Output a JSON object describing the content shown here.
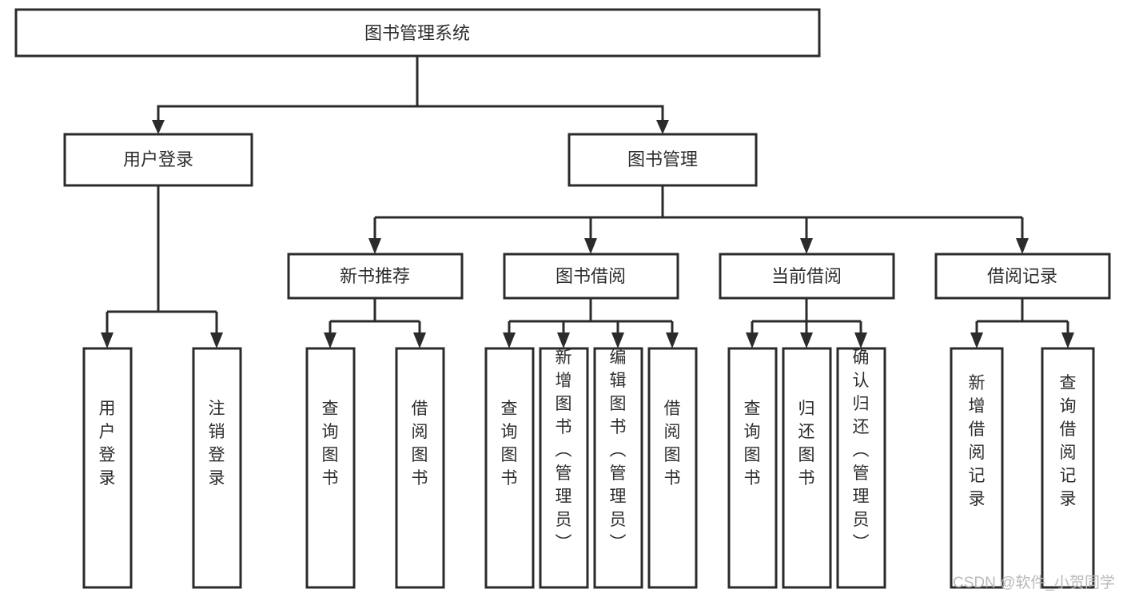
{
  "diagram": {
    "title": "图书管理系统",
    "type": "tree-hierarchy-diagram",
    "watermark": "CSDN @软件_小贺同学",
    "colors": {
      "stroke": "#2b2b2b",
      "box_fill": "#ffffff",
      "text": "#2d2d2d",
      "background": "#ffffff",
      "watermark": "#b9b9b9"
    },
    "root": {
      "id": "root",
      "label": "图书管理系统"
    },
    "level2": [
      {
        "id": "user-login",
        "label": "用户登录"
      },
      {
        "id": "book-management",
        "label": "图书管理"
      }
    ],
    "level3": [
      {
        "id": "new-book-recommend",
        "label": "新书推荐",
        "parent": "book-management"
      },
      {
        "id": "book-borrow",
        "label": "图书借阅",
        "parent": "book-management"
      },
      {
        "id": "current-borrow",
        "label": "当前借阅",
        "parent": "book-management"
      },
      {
        "id": "borrow-record",
        "label": "借阅记录",
        "parent": "book-management"
      }
    ],
    "leaves": {
      "user-login": [
        {
          "id": "leaf-user-login",
          "label": "用户登录"
        },
        {
          "id": "leaf-logout-login",
          "label": "注销登录"
        }
      ],
      "new-book-recommend": [
        {
          "id": "leaf-query-book-1",
          "label": "查询图书"
        },
        {
          "id": "leaf-borrow-book-1",
          "label": "借阅图书"
        }
      ],
      "book-borrow": [
        {
          "id": "leaf-query-book-2",
          "label": "查询图书"
        },
        {
          "id": "leaf-add-book",
          "label": "新增图书（管理员）"
        },
        {
          "id": "leaf-edit-book",
          "label": "编辑图书（管理员）"
        },
        {
          "id": "leaf-borrow-book-2",
          "label": "借阅图书"
        }
      ],
      "current-borrow": [
        {
          "id": "leaf-query-book-3",
          "label": "查询图书"
        },
        {
          "id": "leaf-return-book",
          "label": "归还图书"
        },
        {
          "id": "leaf-confirm-return",
          "label": "确认归还（管理员）"
        }
      ],
      "borrow-record": [
        {
          "id": "leaf-add-record",
          "label": "新增借阅记录"
        },
        {
          "id": "leaf-query-record",
          "label": "查询借阅记录"
        }
      ]
    }
  }
}
